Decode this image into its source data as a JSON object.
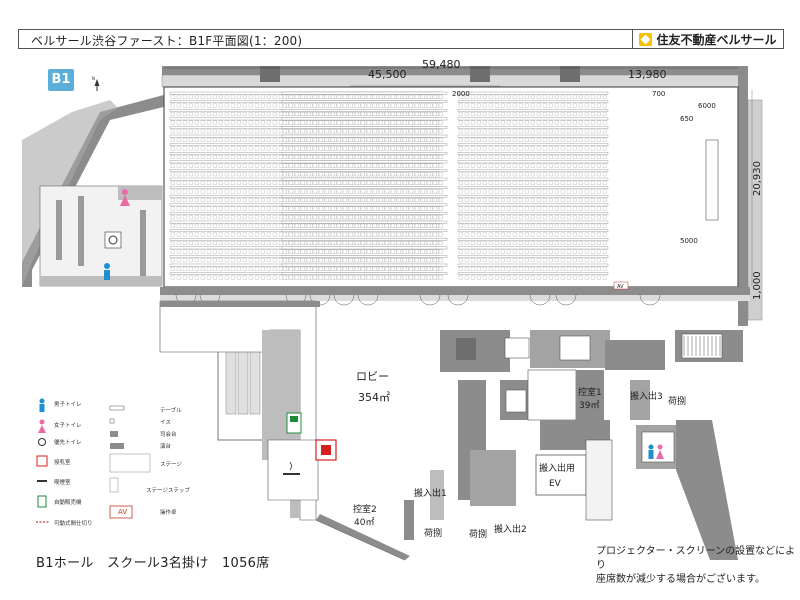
{
  "header": {
    "title": "ベルサール渋谷ファースト：B1F平面図(1：200)",
    "logo_text": "住友不動産ベルサール"
  },
  "floor_badge": "B1",
  "compass": "N",
  "dimensions": {
    "d1": "59,480",
    "d2": "45,500",
    "d3": "13,980",
    "d4": "2000",
    "d5": "700",
    "d6": "6000",
    "d7": "650",
    "d8": "20,930",
    "d9": "5000",
    "d10": "1,000"
  },
  "rooms": {
    "lobby_name": "ロビー",
    "lobby_area": "354㎡",
    "ctrl1_name": "控室1",
    "ctrl1_area": "39㎡",
    "ctrl2_name": "控室2",
    "ctrl2_area": "40㎡",
    "unload1": "搬入出1",
    "unload2": "搬入出2",
    "unload3": "搬入出3",
    "unload_ev": "搬入出用",
    "ev": "EV",
    "storage_a": "荷捌",
    "storage_b": "荷捌",
    "storage_c": "荷捌",
    "av_mark": "AV"
  },
  "legend": {
    "mens_toilet": "男子トイレ",
    "womens_toilet": "女子トイレ",
    "accessible_toilet": "優先トイレ",
    "nursing_room": "授乳室",
    "smoking_room": "喫煙室",
    "vending_machine": "自動販売機",
    "partition": "可動式間仕切り",
    "table": "テーブル",
    "chair": "イス",
    "stand_table": "司会台",
    "lectern": "演台",
    "stage": "ステージ",
    "stage_step": "ステージステップ",
    "operator_desk": "操作卓",
    "av": "AV"
  },
  "footer": {
    "layout": "B1ホール　スクール3名掛け　1056席",
    "note_line1": "プロジェクター・スクリーンの設置などにより",
    "note_line2": "座席数が減少する場合がございます。"
  },
  "colors": {
    "wall": "#8c8c8c",
    "dark_wall": "#6e6e6e",
    "floor_line": "#333333",
    "badge": "#5aaed8",
    "mens": "#1e8fd0",
    "womens": "#e86aa6",
    "vending": "#1f8a3a",
    "nursing": "#d62020",
    "partition": "#c0392b",
    "logo": "#f2c200"
  }
}
